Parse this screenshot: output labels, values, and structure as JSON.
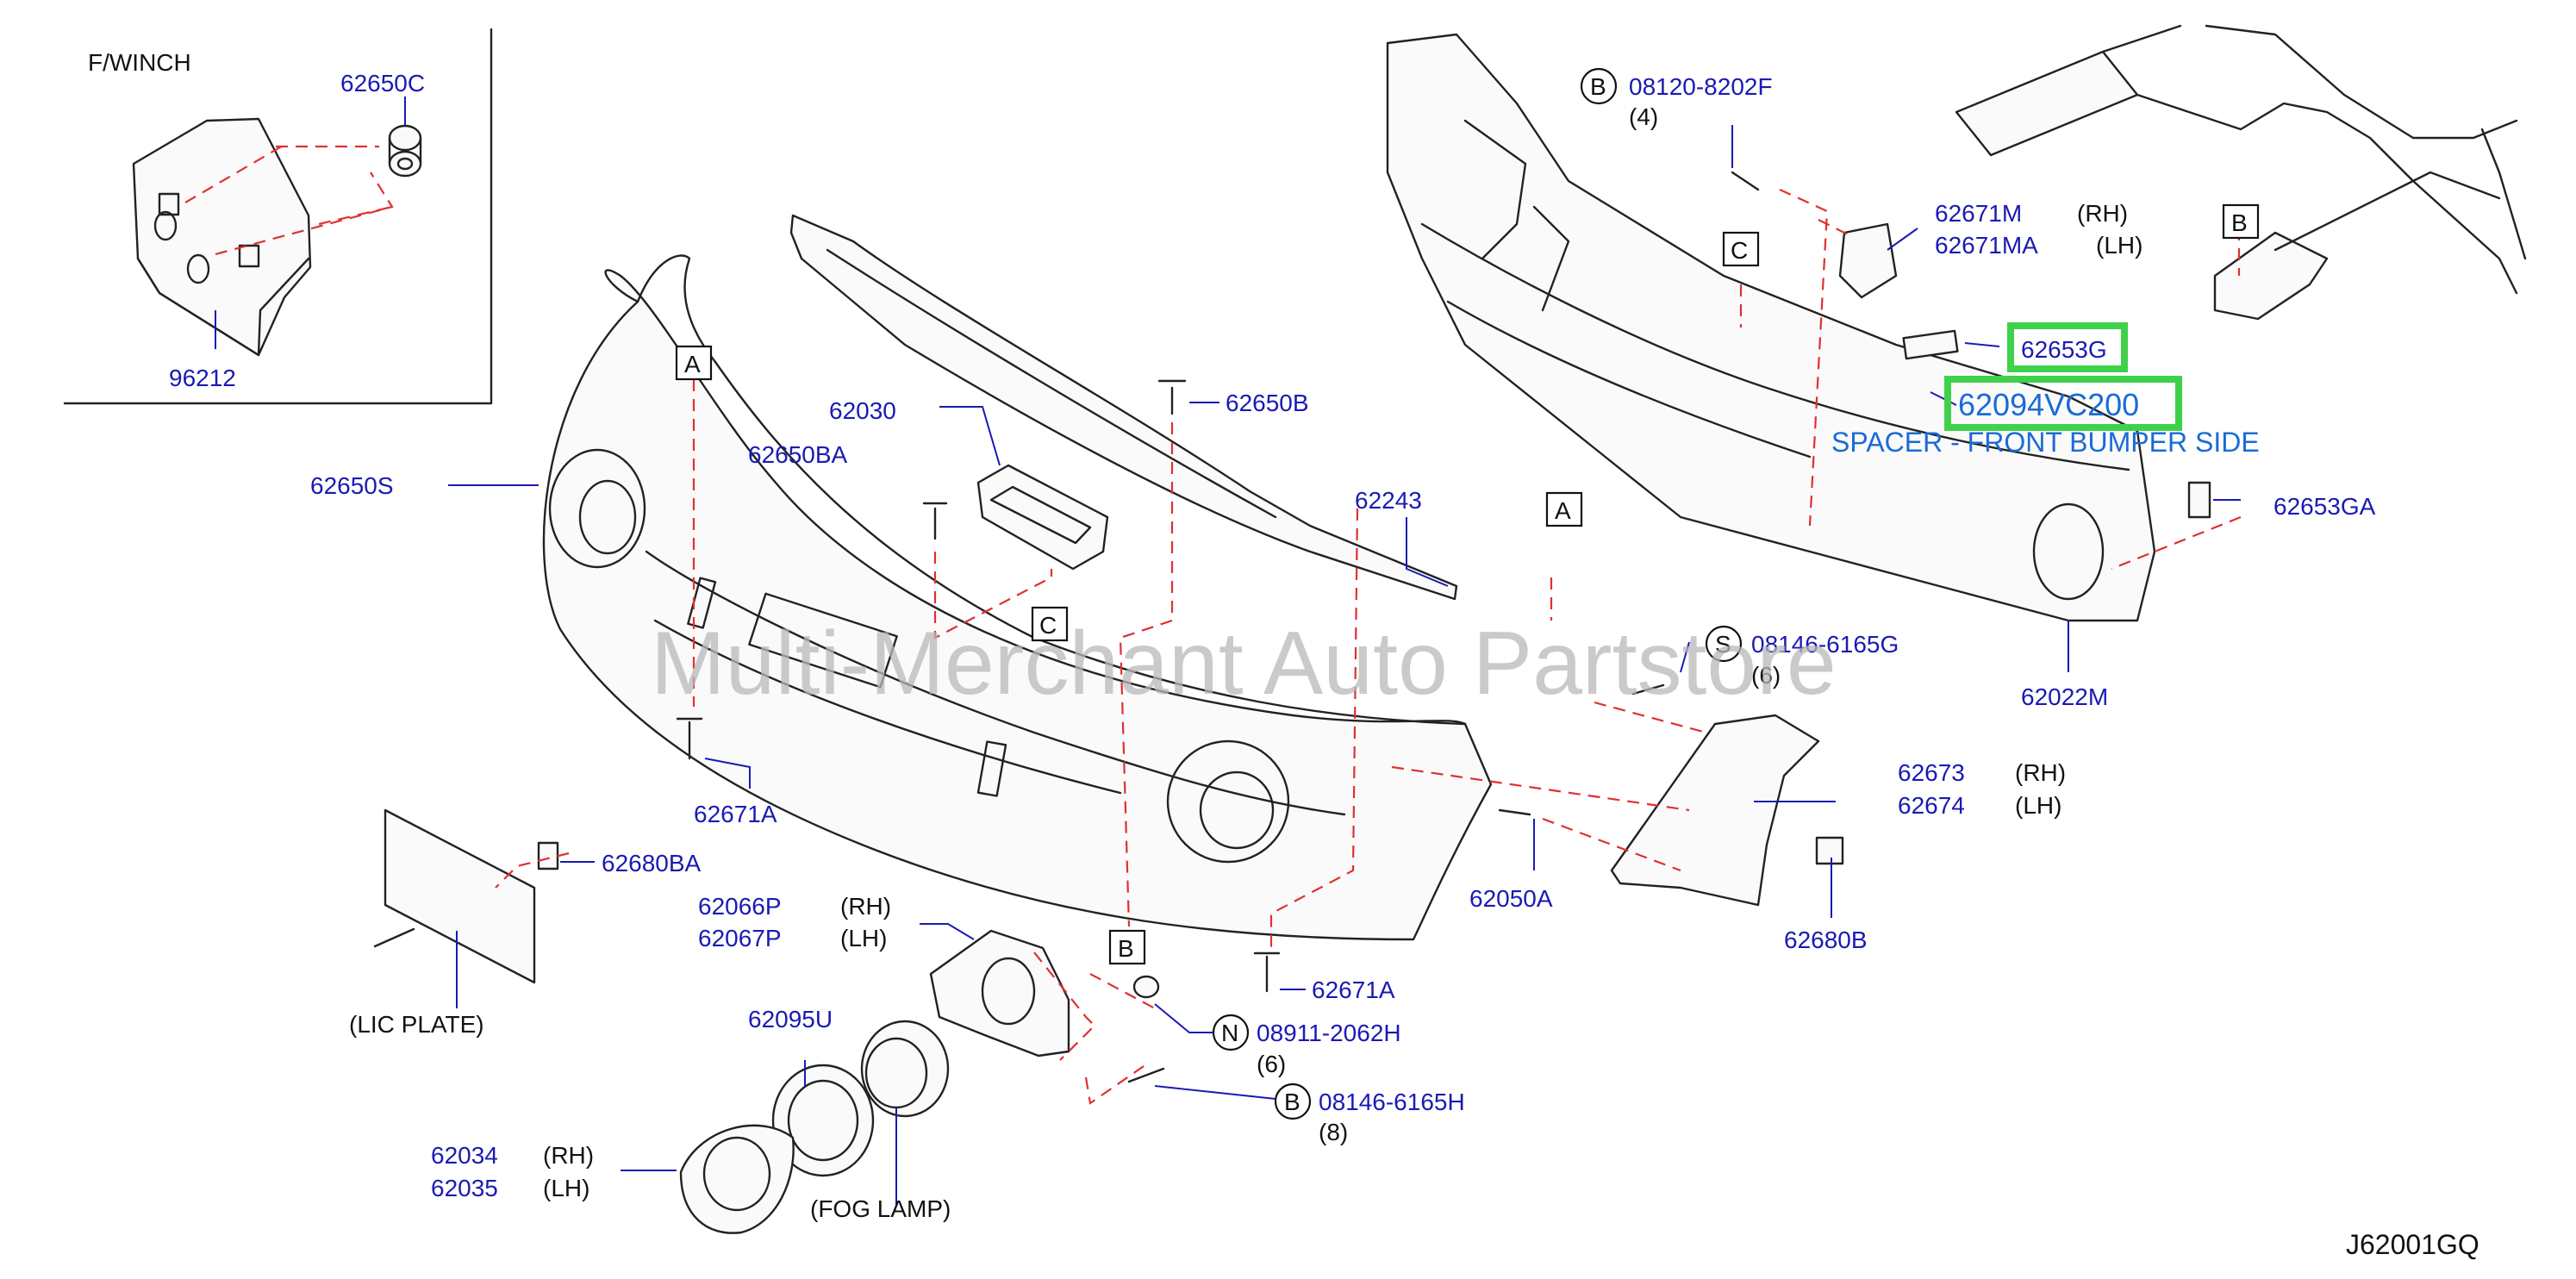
{
  "diagram": {
    "id": "J62001GQ",
    "watermark": "Multi-Merchant Auto Partstore",
    "section_fwinch": "F/WINCH"
  },
  "parts": {
    "p62650C": "62650C",
    "p96212": "96212",
    "p62650S": "62650S",
    "p62030": "62030",
    "p62650BA": "62650BA",
    "p62650B": "62650B",
    "p62243": "62243",
    "p62671A_left": "62671A",
    "p62671A_bottom": "62671A",
    "p62680BA": "62680BA",
    "lic_plate": "(LIC   PLATE)",
    "p62066P": "62066P",
    "p62067P": "62067P",
    "rh1": "(RH)",
    "lh1": "(LH)",
    "p62095U": "62095U",
    "p62034": "62034",
    "p62035": "62035",
    "rh2": "(RH)",
    "lh2": "(LH)",
    "fog_lamp": "(FOG   LAMP)",
    "p08911": "08911-2062H",
    "qty_6a": "(6)",
    "p08146_bottom": "08146-6165H",
    "qty_8": "(8)",
    "p62050A": "62050A",
    "p62673": "62673",
    "p62674": "62674",
    "rh3": "(RH)",
    "lh3": "(LH)",
    "p62680B": "62680B",
    "p08146_s": "08146-6165G",
    "qty_6b": "(6)",
    "p62022M": "62022M",
    "p62653GA": "62653GA",
    "p62653G": "62653G",
    "p62094VC200": "62094VC200",
    "spacer_desc": "SPACER - FRONT BUMPER SIDE",
    "p62671M": "62671M",
    "p62671MA": "62671MA",
    "rh4": "(RH)",
    "lh4": "(LH)",
    "p08120": "08120-8202F",
    "qty_4": "(4)"
  },
  "callouts": {
    "A": "A",
    "B": "B",
    "C": "C",
    "N": "N",
    "S": "S"
  },
  "colors": {
    "part_number": "#1a1ab4",
    "dashed_line": "#e03030",
    "highlight_box": "#3fd14a",
    "highlight_text": "#1a6bd6"
  }
}
